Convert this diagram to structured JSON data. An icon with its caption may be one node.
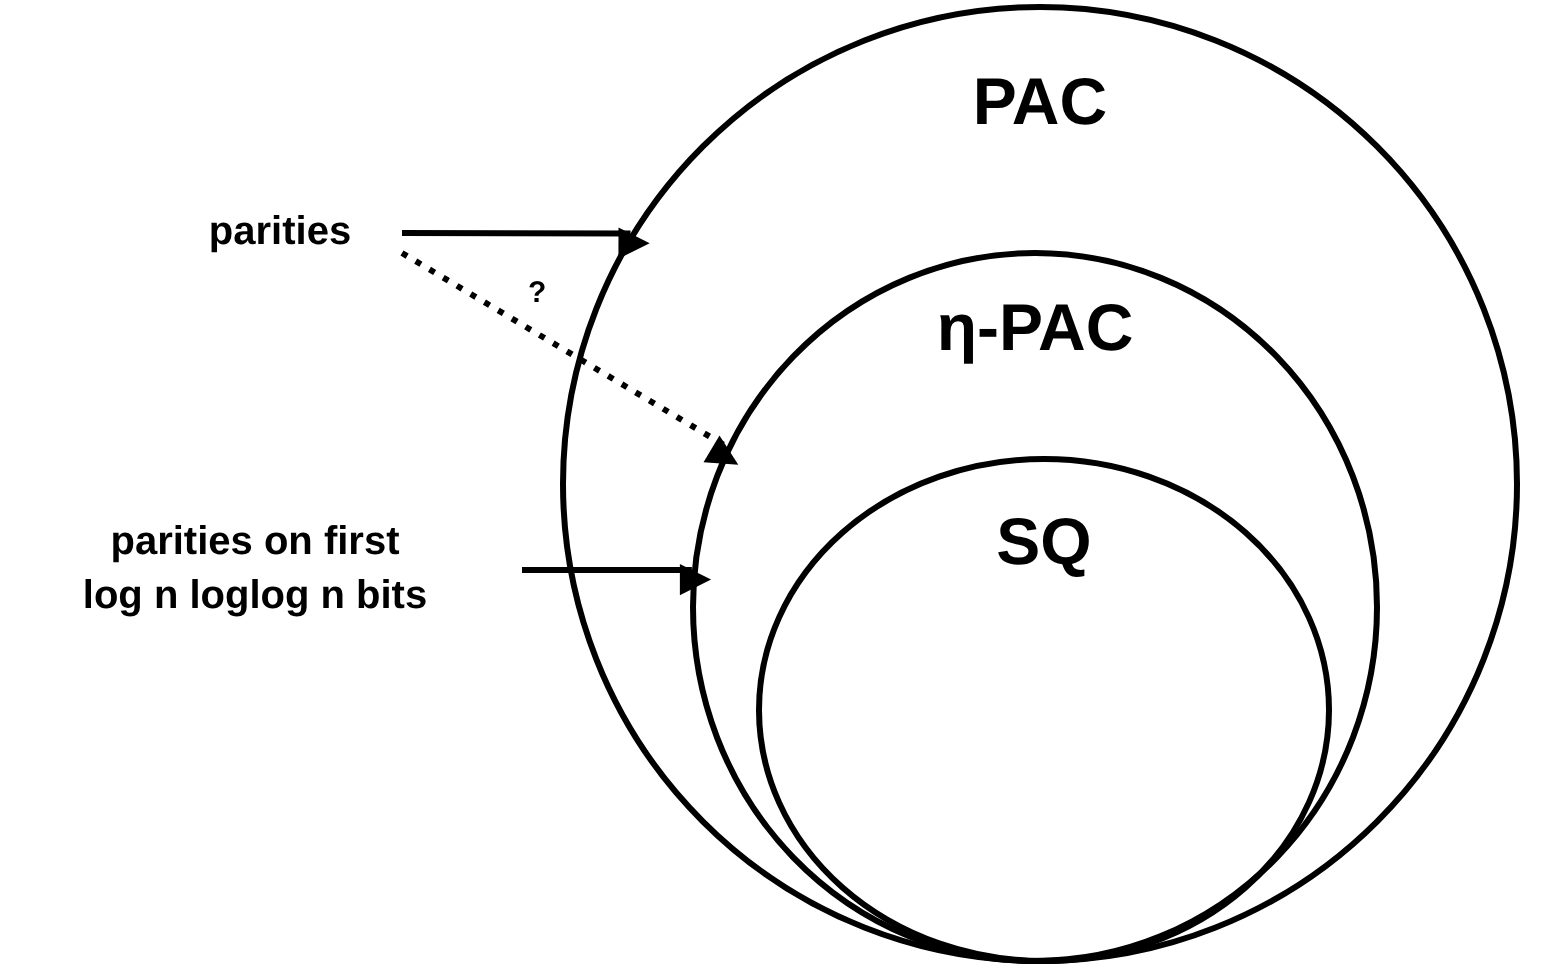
{
  "diagram": {
    "nodes": [
      {
        "text": [
          "PAC"
        ]
      },
      {
        "text": [
          "η-PAC"
        ],
        "in": 0
      },
      {
        "text": [
          "SQ"
        ],
        "in": 1
      },
      {
        "text": [
          "parities"
        ]
      },
      {
        "text": [
          "parities on first log n loglog n bits"
        ]
      }
    ],
    "edges": [
      {
        "from": 3,
        "to": 0,
        "arrow": "to"
      },
      {
        "from": 3,
        "to": 1,
        "arrow": "to",
        "style": "dashed",
        "label": "?"
      },
      {
        "from": 4,
        "to": 1,
        "arrow": "to"
      }
    ]
  }
}
